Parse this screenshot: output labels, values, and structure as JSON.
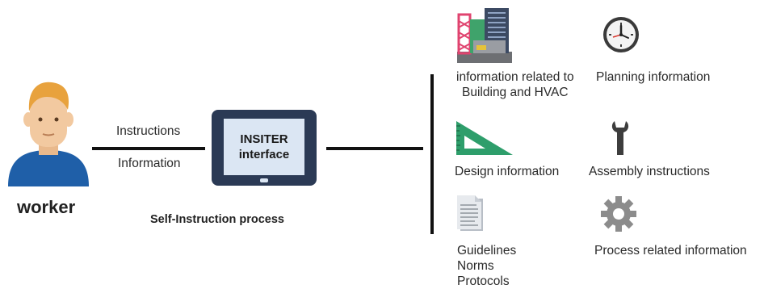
{
  "worker": {
    "label": "worker",
    "icon": "worker-avatar-icon"
  },
  "arrows": {
    "instructions": "Instructions",
    "information": "Information"
  },
  "tablet": {
    "line1": "INSITER",
    "line2": "interface",
    "icon": "tablet-icon"
  },
  "process_label": "Self-Instruction process",
  "categories": {
    "building": {
      "line1": "information related to",
      "line2": "Building and HVAC",
      "icon": "buildings-crane-icon"
    },
    "planning": {
      "label": "Planning information",
      "icon": "clock-icon"
    },
    "design": {
      "label": "Design information",
      "icon": "set-square-icon"
    },
    "assembly": {
      "label": "Assembly instructions",
      "icon": "wrench-icon"
    },
    "guidelines": {
      "line1": "Guidelines",
      "line2": "Norms",
      "line3": "Protocols",
      "icon": "document-icon"
    },
    "process": {
      "label": "Process related information",
      "icon": "gear-icon"
    }
  },
  "colors": {
    "skin": "#f2c9a0",
    "hair": "#e8a23d",
    "shirt": "#1f5fa8",
    "tablet_frame": "#2b3a55",
    "screen": "#dbe6f3",
    "set_square": "#2e9e6b",
    "gear": "#8c8c8c"
  }
}
